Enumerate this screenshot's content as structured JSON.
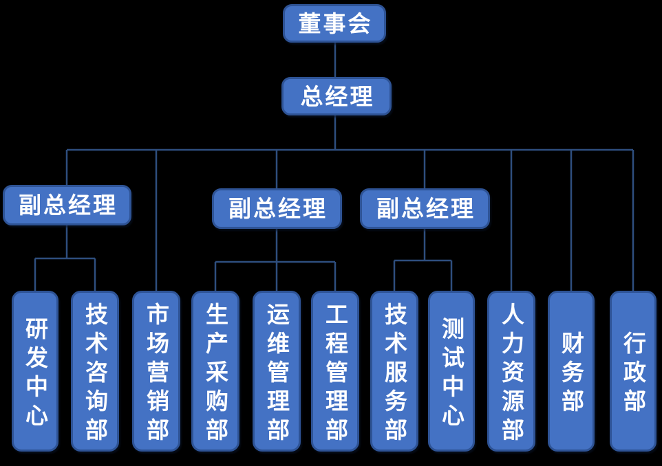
{
  "diagram": {
    "type": "org-chart",
    "language": "zh-CN"
  },
  "colors": {
    "background": "#000000",
    "node_fill": "#4472C4",
    "node_border": "#2E5395",
    "connector": "#2E4E7E",
    "text": "#FFFFFF"
  },
  "nodes": {
    "board": {
      "label": "董事会"
    },
    "gm": {
      "label": "总经理"
    },
    "vp1": {
      "label": "副总经理"
    },
    "vp2": {
      "label": "副总经理"
    },
    "vp3": {
      "label": "副总经理"
    },
    "rd_center": {
      "label": "研发中心"
    },
    "tech_consulting": {
      "label": "技术咨询部"
    },
    "marketing": {
      "label": "市场营销部"
    },
    "production_procurement": {
      "label": "生产采购部"
    },
    "ops_management": {
      "label": "运维管理部"
    },
    "engineering_management": {
      "label": "工程管理部"
    },
    "tech_service": {
      "label": "技术服务部"
    },
    "testing_center": {
      "label": "测试中心"
    },
    "hr": {
      "label": "人力资源部"
    },
    "finance": {
      "label": "财务部"
    },
    "admin": {
      "label": "行政部"
    }
  },
  "hierarchy": [
    {
      "parent": "board",
      "children": [
        "gm"
      ]
    },
    {
      "parent": "gm",
      "children": [
        "vp1",
        "marketing",
        "vp2",
        "vp3",
        "hr",
        "finance",
        "admin"
      ]
    },
    {
      "parent": "vp1",
      "children": [
        "rd_center",
        "tech_consulting"
      ]
    },
    {
      "parent": "vp2",
      "children": [
        "production_procurement",
        "ops_management",
        "engineering_management"
      ]
    },
    {
      "parent": "vp3",
      "children": [
        "tech_service",
        "testing_center"
      ]
    }
  ]
}
